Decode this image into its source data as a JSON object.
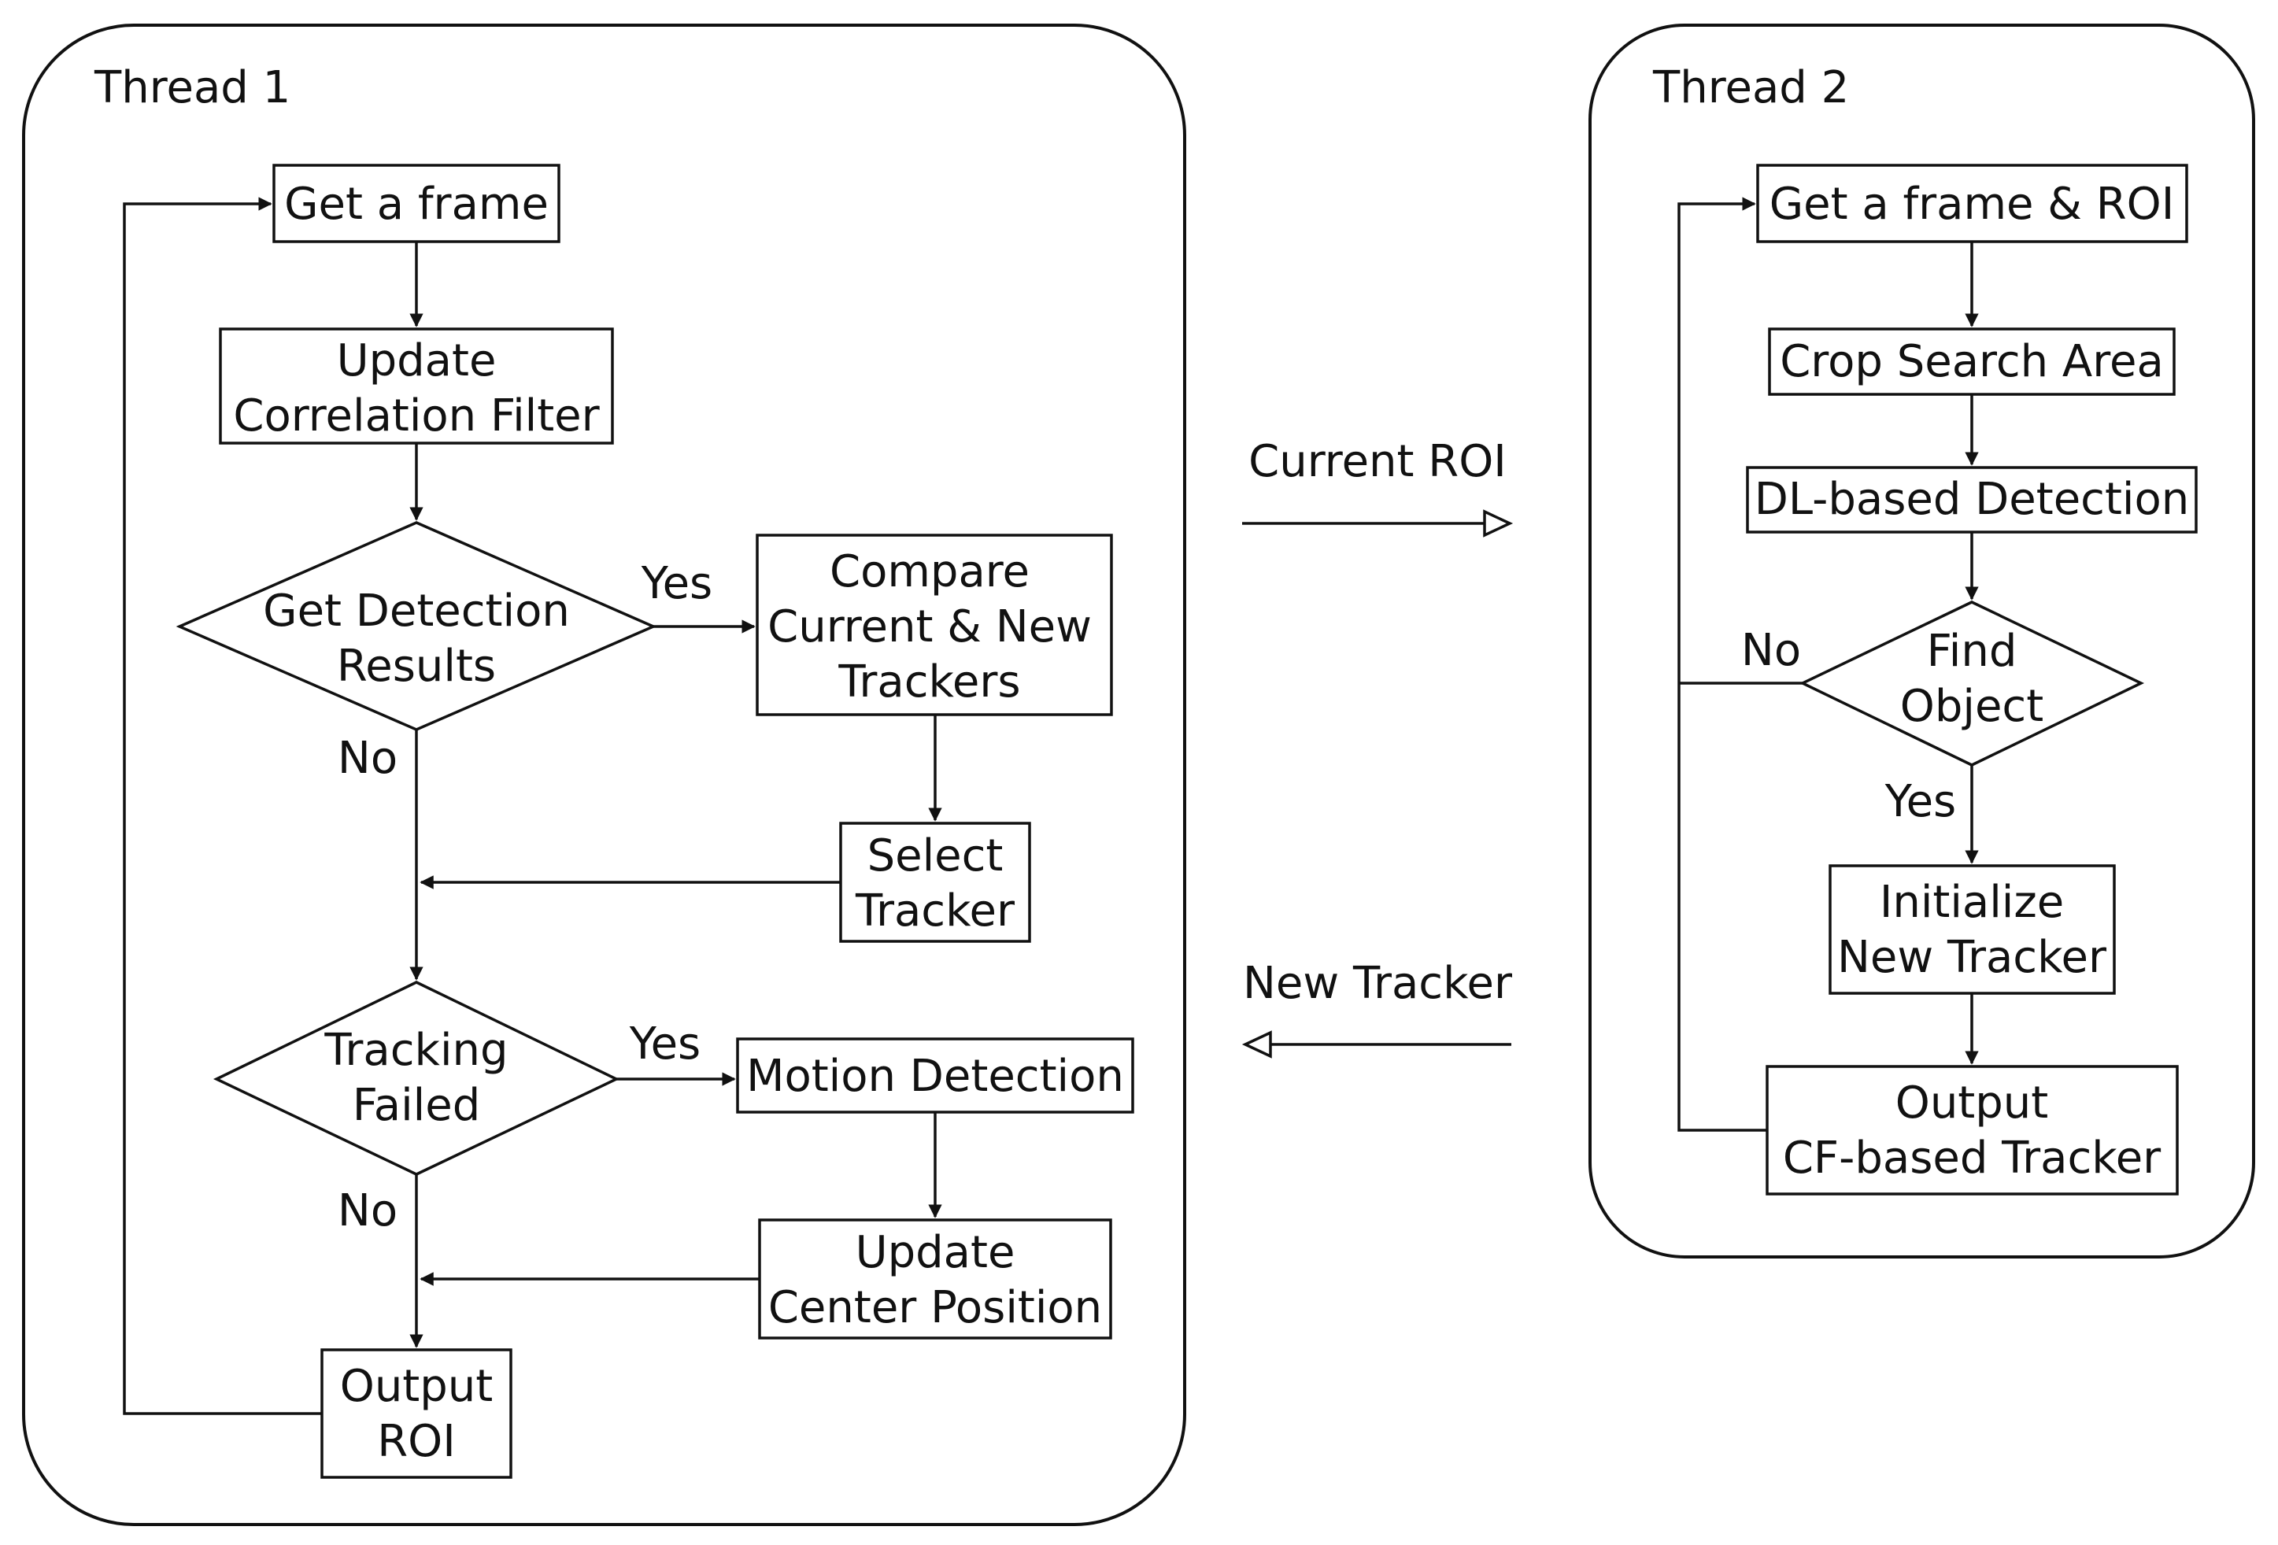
{
  "thread1": {
    "title": "Thread 1",
    "get_frame": "Get a frame",
    "update_cf": [
      "Update",
      "Correlation Filter"
    ],
    "get_detection": [
      "Get Detection",
      "Results"
    ],
    "yes1": "Yes",
    "no1": "No",
    "compare": [
      "Compare",
      "Current & New",
      "Trackers"
    ],
    "select_tracker": [
      "Select",
      "Tracker"
    ],
    "tracking_failed": [
      "Tracking",
      "Failed"
    ],
    "yes2": "Yes",
    "no2": "No",
    "motion_detection": "Motion Detection",
    "update_center": [
      "Update",
      "Center Position"
    ],
    "output_roi": [
      "Output",
      "ROI"
    ]
  },
  "thread2": {
    "title": "Thread 2",
    "get_frame_roi": "Get a frame & ROI",
    "crop": "Crop Search Area",
    "dl_detection": "DL-based Detection",
    "find_object": [
      "Find",
      "Object"
    ],
    "no": "No",
    "yes": "Yes",
    "init_tracker": [
      "Initialize",
      "New Tracker"
    ],
    "output_cf": [
      "Output",
      "CF-based Tracker"
    ]
  },
  "links": {
    "current_roi": "Current ROI",
    "new_tracker": "New Tracker"
  }
}
